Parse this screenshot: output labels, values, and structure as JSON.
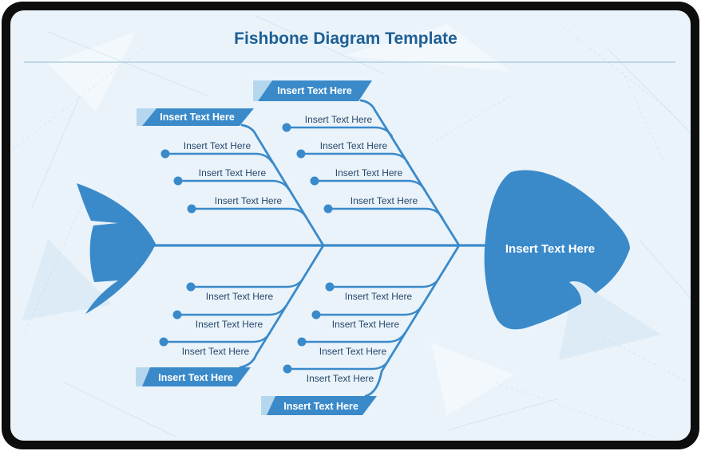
{
  "title": "Fishbone Diagram Template",
  "colors": {
    "primary": "#3a8aca",
    "primary_light": "#b5d7ee",
    "title_color": "#1d5f96",
    "item_text_color": "#27476b",
    "banner_text_color": "#ffffff",
    "panel_bg": "#eaf3fa",
    "divider_color": "#aecde2",
    "frame_color": "#0d0d0d"
  },
  "head": {
    "label": "Insert Text Here"
  },
  "branches": {
    "top_left": {
      "banner": "Insert Text Here",
      "items": [
        "Insert Text Here",
        "Insert Text Here",
        "Insert Text Here"
      ]
    },
    "top_right": {
      "banner": "Insert Text Here",
      "items": [
        "Insert Text Here",
        "Insert Text Here",
        "Insert Text Here",
        "Insert Text Here"
      ]
    },
    "bottom_left": {
      "banner": "Insert Text Here",
      "items": [
        "Insert Text Here",
        "Insert Text Here",
        "Insert Text Here"
      ]
    },
    "bottom_right": {
      "banner": "Insert Text Here",
      "items": [
        "Insert Text Here",
        "Insert Text Here",
        "Insert Text Here",
        "Insert Text Here"
      ]
    }
  }
}
